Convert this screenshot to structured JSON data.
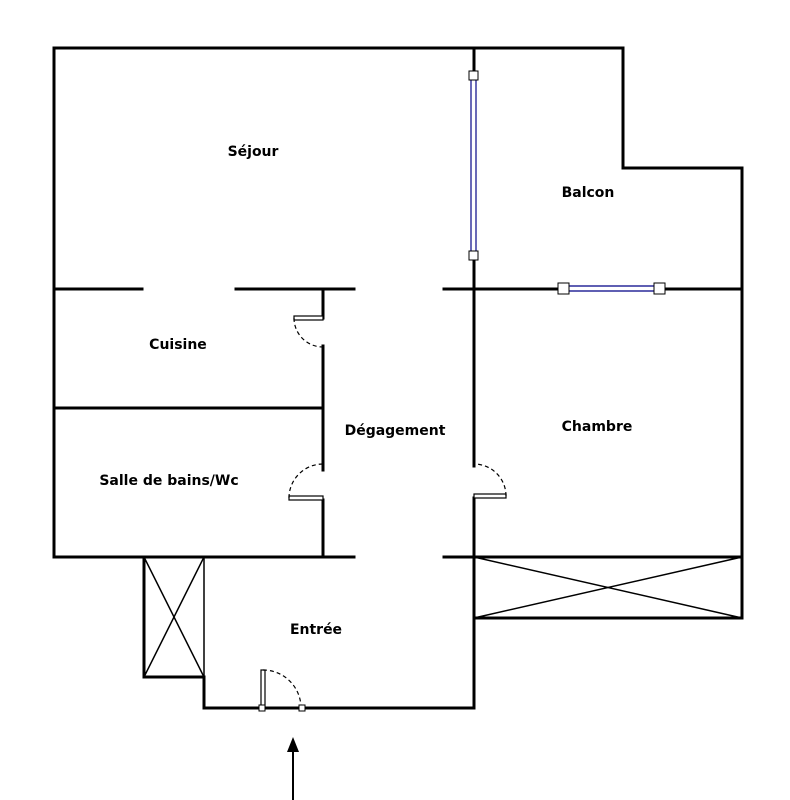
{
  "plan": {
    "rooms": {
      "sejour": "Séjour",
      "balcon": "Balcon",
      "cuisine": "Cuisine",
      "degagement": "Dégagement",
      "chambre": "Chambre",
      "salle_de_bains": "Salle de bains/Wc",
      "entree": "Entrée"
    }
  }
}
